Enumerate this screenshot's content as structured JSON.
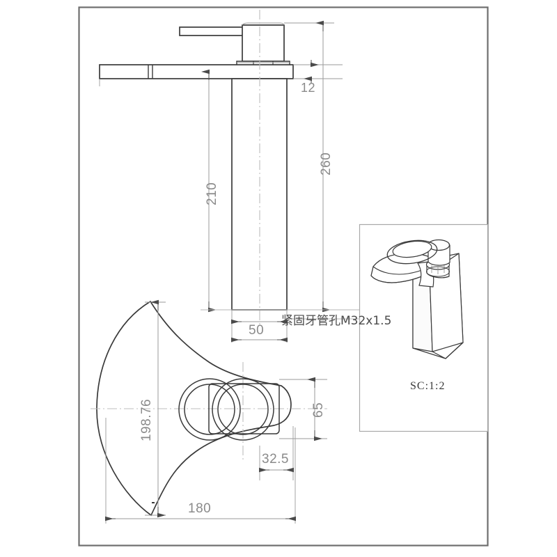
{
  "drawing": {
    "title": "Faucet Technical Drawing",
    "border": {
      "color": "#6e6e6e"
    },
    "line_color": "#3a3a3a",
    "dim_color": "#8a8a8a",
    "center_color": "#bfbfbf"
  },
  "dimensions": {
    "flange_thickness": "12",
    "spout_height": "210",
    "overall_height": "260",
    "body_width": "50",
    "plan_depth": "198.76",
    "plan_width": "180",
    "hole_offset": "32.5",
    "hole_span": "65"
  },
  "annotations": {
    "thread_note": "紧固牙管孔M32x1.5",
    "scale_note": "SC:1:2"
  },
  "views": {
    "front_view": "front-elevation",
    "plan_view": "bottom-plan",
    "detail_view": "isometric-detail"
  }
}
